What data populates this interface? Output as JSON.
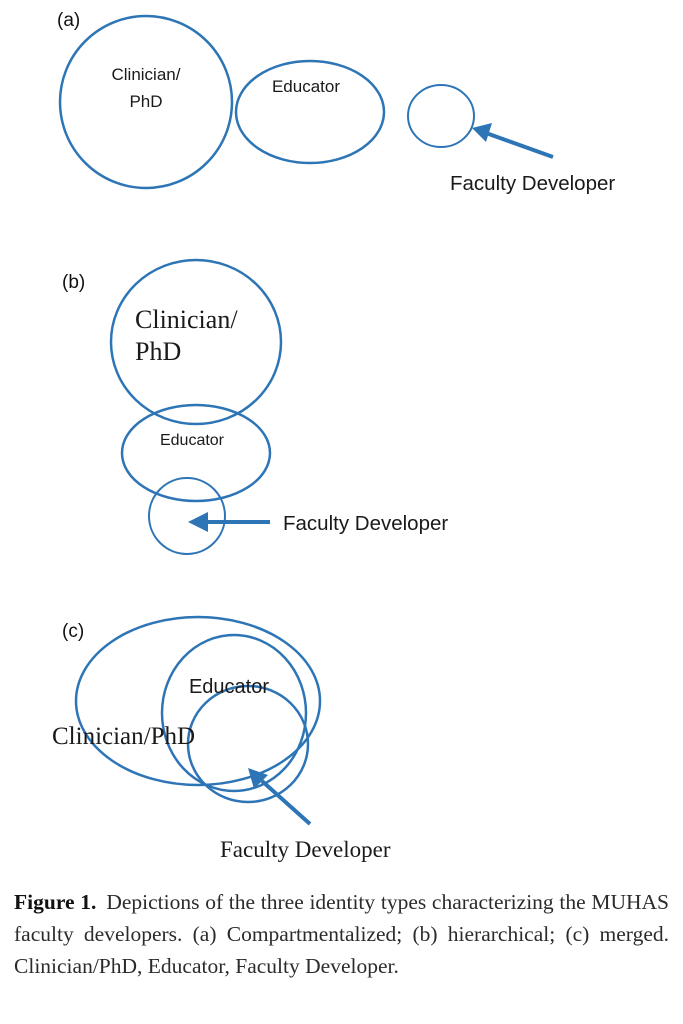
{
  "panels": {
    "a": {
      "label": "(a)",
      "clinician_line1": "Clinician/",
      "clinician_line2": "PhD",
      "educator": "Educator",
      "faculty": "Faculty Developer"
    },
    "b": {
      "label": "(b)",
      "clinician_line1": "Clinician/",
      "clinician_line2": "PhD",
      "educator": "Educator",
      "faculty": "Faculty Developer"
    },
    "c": {
      "label": "(c)",
      "clinician": "Clinician/PhD",
      "educator": "Educator",
      "faculty": "Faculty Developer"
    }
  },
  "caption": {
    "figure_label": "Figure 1.",
    "text": "Depictions of the three identity types characterizing the MUHAS faculty developers. (a) Compartmentalized; (b) hierarchical; (c) merged. Clinician/PhD, Educator, Faculty Developer."
  },
  "colors": {
    "circle_stroke": "#2e75b6",
    "text": "#1a1a1a"
  }
}
